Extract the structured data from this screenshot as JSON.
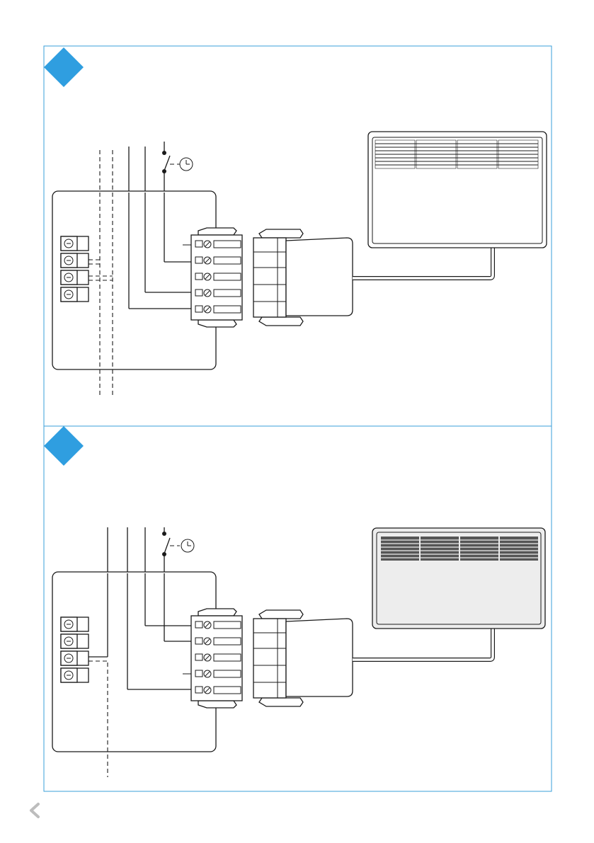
{
  "page": {
    "frame_color": "#3a9fd8",
    "marker_color": "#2f9ee0",
    "nav_icon": "chevron-left-icon"
  },
  "panels": [
    {
      "id": "diagram-1",
      "marker_icon": "blue-diamond-marker-icon",
      "heater_grill_style": "outline",
      "terminal_count": 4,
      "connector_terminal_count": 5,
      "timer_icon": "clock-timer-icon",
      "switch_icon": "switch-icon"
    },
    {
      "id": "diagram-2",
      "marker_icon": "blue-diamond-marker-icon",
      "heater_grill_style": "filled",
      "terminal_count": 4,
      "connector_terminal_count": 5,
      "timer_icon": "clock-timer-icon",
      "switch_icon": "switch-icon"
    }
  ]
}
